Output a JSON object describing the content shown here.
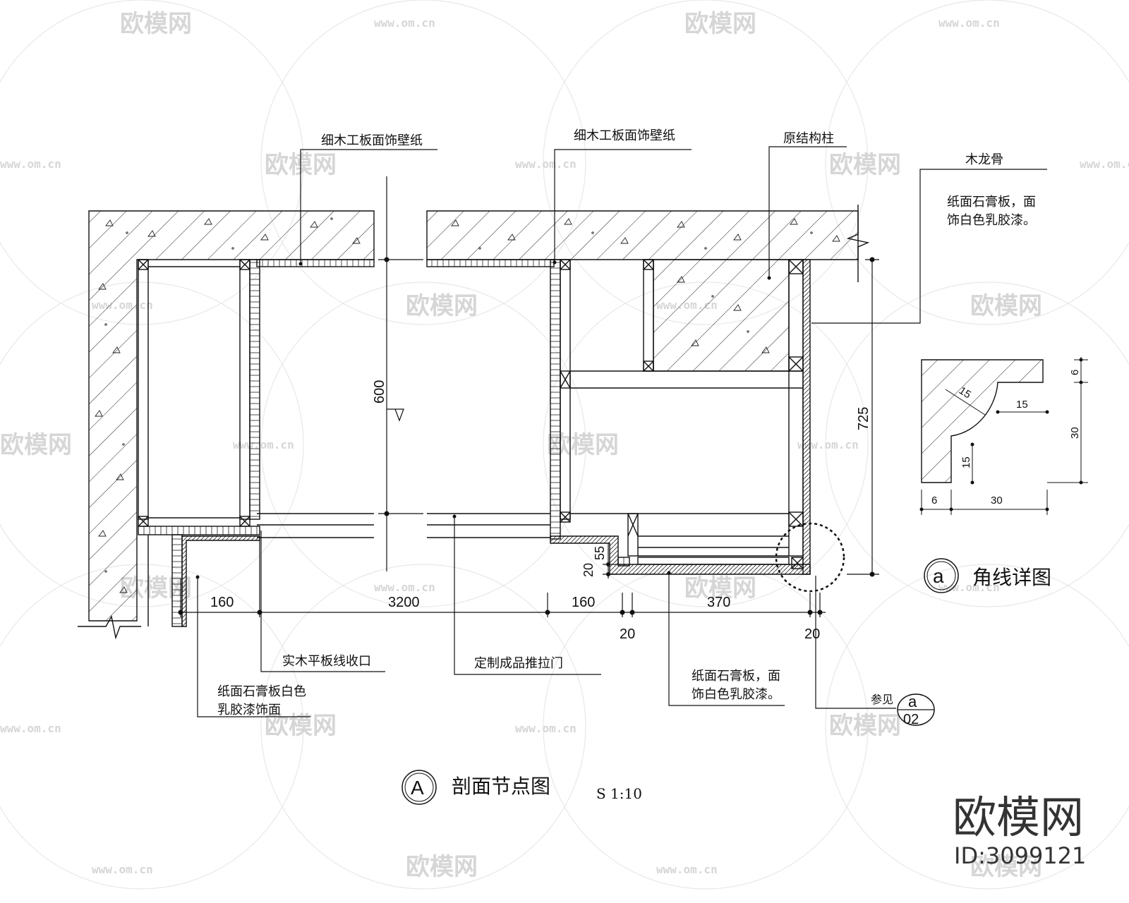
{
  "watermark": {
    "brand": "欧模网",
    "url": "www.om.cn"
  },
  "labels": {
    "wallpaper_left": "细木工板面饰壁纸",
    "wallpaper_right": "细木工板面饰壁纸",
    "column": "原结构柱",
    "wood_keel": "木龙骨",
    "gypsum_right_1": "纸面石膏板，面",
    "gypsum_right_2": "饰白色乳胶漆。",
    "solid_wood_trim": "实木平板线收口",
    "sliding_door": "定制成品推拉门",
    "gypsum_bottom_1": "纸面石膏板，面",
    "gypsum_bottom_2": "饰白色乳胶漆。",
    "gypsum_left_1": "纸面石膏板白色",
    "gypsum_left_2": "乳胶漆饰面",
    "see_ref": "参见",
    "ref_letter": "a",
    "ref_sheet": "02"
  },
  "dimensions": {
    "d160_left": "160",
    "d3200": "3200",
    "d160_mid": "160",
    "d370": "370",
    "d20_a": "20",
    "d20_b": "20",
    "d600": "600",
    "d725": "725",
    "d55": "55",
    "d20_v": "20"
  },
  "detail": {
    "title_letter": "a",
    "title": "角线详图",
    "d15_diag": "15",
    "d15_h": "15",
    "d15_v": "15",
    "d6_top": "6",
    "d30_right": "30",
    "d6_bottom": "6",
    "d30_bottom": "30"
  },
  "main_title": {
    "letter": "A",
    "text": "剖面节点图",
    "scale": "S 1:10"
  },
  "brand_corner": {
    "logo": "欧模网",
    "id": "ID:3099121"
  }
}
